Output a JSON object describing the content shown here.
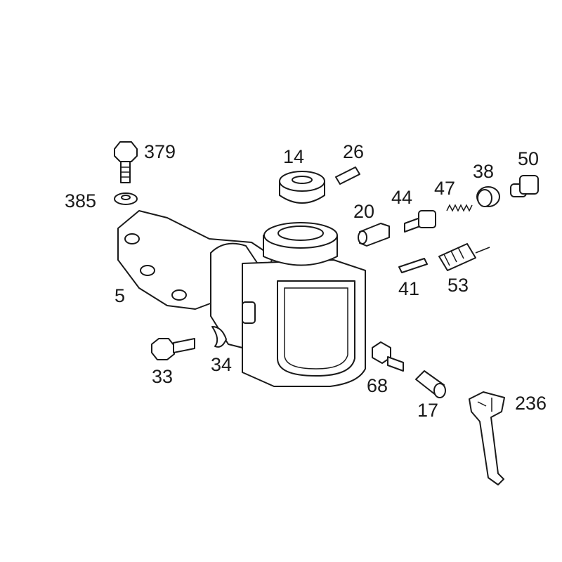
{
  "diagram": {
    "parts": [
      {
        "id": "379",
        "label": "379"
      },
      {
        "id": "385",
        "label": "385"
      },
      {
        "id": "5",
        "label": "5"
      },
      {
        "id": "14",
        "label": "14"
      },
      {
        "id": "26",
        "label": "26"
      },
      {
        "id": "20",
        "label": "20"
      },
      {
        "id": "44",
        "label": "44"
      },
      {
        "id": "47",
        "label": "47"
      },
      {
        "id": "38",
        "label": "38"
      },
      {
        "id": "50",
        "label": "50"
      },
      {
        "id": "41",
        "label": "41"
      },
      {
        "id": "53",
        "label": "53"
      },
      {
        "id": "33",
        "label": "33"
      },
      {
        "id": "34",
        "label": "34"
      },
      {
        "id": "68",
        "label": "68"
      },
      {
        "id": "17",
        "label": "17"
      },
      {
        "id": "236",
        "label": "236"
      }
    ]
  }
}
